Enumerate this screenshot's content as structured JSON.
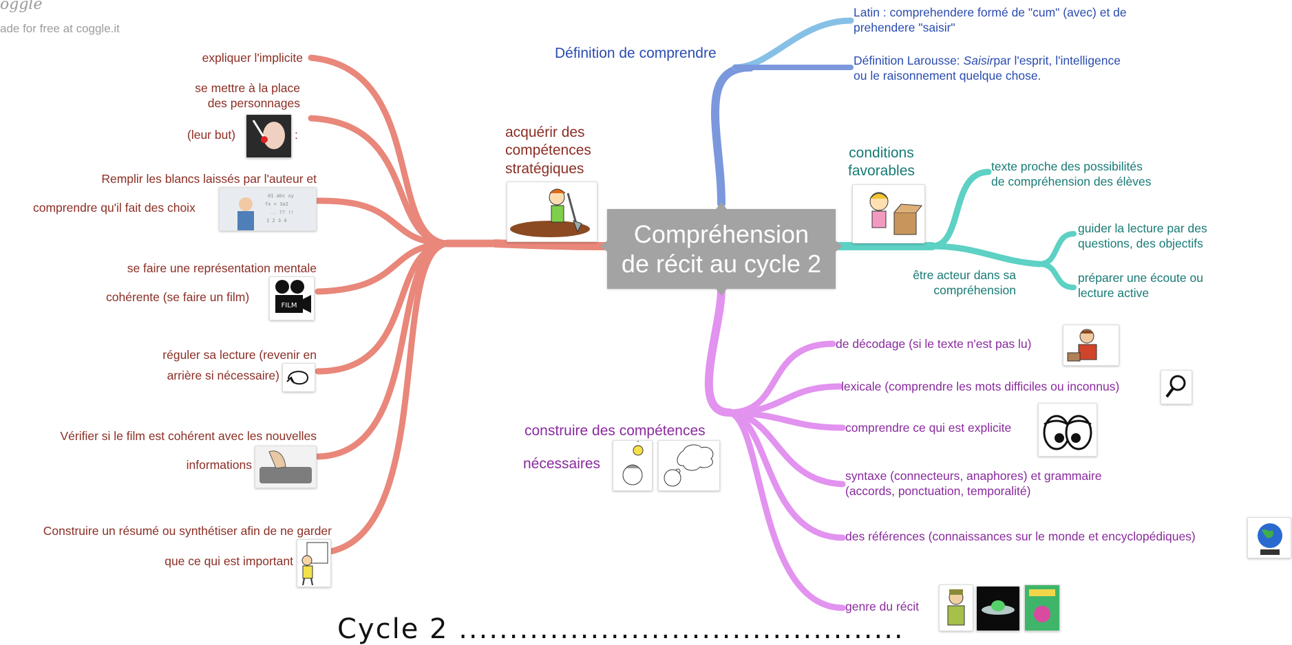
{
  "app": {
    "logo_text": "oggle",
    "made_for": "ade for free at coggle.it"
  },
  "center": {
    "line1": "Compréhension",
    "line2": "de récit au cycle 2"
  },
  "colors": {
    "red": "#e8877a",
    "blue": "#7b98dd",
    "lightblue": "#86c0e6",
    "teal": "#5cd1c4",
    "purple": "#e292ef",
    "center_bg": "#a3a3a3"
  },
  "definition": {
    "title": "Définition de comprendre",
    "latin": {
      "line1": "Latin : comprehendere formé de \"cum\" (avec) et de",
      "line2": "prehendere \"saisir\""
    },
    "larousse": {
      "prefix": "Définition Larousse: ",
      "italic": "Saisir",
      "suffix": "par l'esprit, l'intelligence",
      "line2": "ou le raisonnement quelque chose."
    }
  },
  "conditions": {
    "title": {
      "line1": "conditions",
      "line2": "favorables"
    },
    "texte": {
      "line1": "texte proche des possibilités",
      "line2": "de compréhension des élèves"
    },
    "acteur": {
      "line1": "être acteur dans sa",
      "line2": "compréhension"
    },
    "guider": {
      "line1": "guider la lecture par des",
      "line2": "questions, des objectifs"
    },
    "preparer": {
      "line1": "préparer une écoute ou",
      "line2": "lecture active"
    }
  },
  "strategiques": {
    "title": {
      "line1": "acquérir des",
      "line2": "compétences",
      "line3": "stratégiques"
    },
    "items": {
      "expliquer": "expliquer l'implicite",
      "place": {
        "line1": "se mettre à la place",
        "line2": "des personnages",
        "line3a": "(leur but)",
        "line3b": ":"
      },
      "blancs": {
        "line1": "Remplir les blancs laissés par l'auteur et",
        "line2": "comprendre qu'il fait des choix"
      },
      "representation": {
        "line1": "se faire une représentation mentale",
        "line2": "cohérente (se faire un film)"
      },
      "reguler": {
        "line1": "réguler sa lecture (revenir en",
        "line2": "arrière si nécessaire)"
      },
      "verifier": {
        "line1": "Vérifier si le film est cohérent avec les nouvelles",
        "line2": "informations"
      },
      "resume": {
        "line1": "Construire un résumé ou synthétiser afin de ne garder",
        "line2": "que ce qui est important"
      }
    }
  },
  "necessaires": {
    "title": {
      "line1": "construire des compétences",
      "line2": "nécessaires"
    },
    "items": {
      "decodage": "de décodage (si le texte n'est pas lu)",
      "lexicale": "lexicale (comprendre les mots difficiles ou inconnus)",
      "explicite": "comprendre ce qui est explicite",
      "syntaxe": {
        "line1": "syntaxe (connecteurs, anaphores) et grammaire",
        "line2": "(accords, ponctuation, temporalité)"
      },
      "references": "des références (connaissances sur le monde et encyclopédiques)",
      "genre": "genre du récit"
    }
  },
  "thumb_text": {
    "film": "FILM"
  },
  "icons": [
    "girl-box-icon",
    "boy-digging-icon",
    "angry-face-icon",
    "man-thinking-icon",
    "film-camera-icon",
    "loop-arrow-icon",
    "hand-device-icon",
    "child-writing-icon",
    "lightbulb-head-icon",
    "thought-bubble-icon",
    "child-reading-icon",
    "magnifier-icon",
    "eyes-icon",
    "globe-icon",
    "detective-icon",
    "ufo-icon",
    "book-cover-icon"
  ],
  "footer": {
    "text": "Cycle 2 ............................................"
  }
}
